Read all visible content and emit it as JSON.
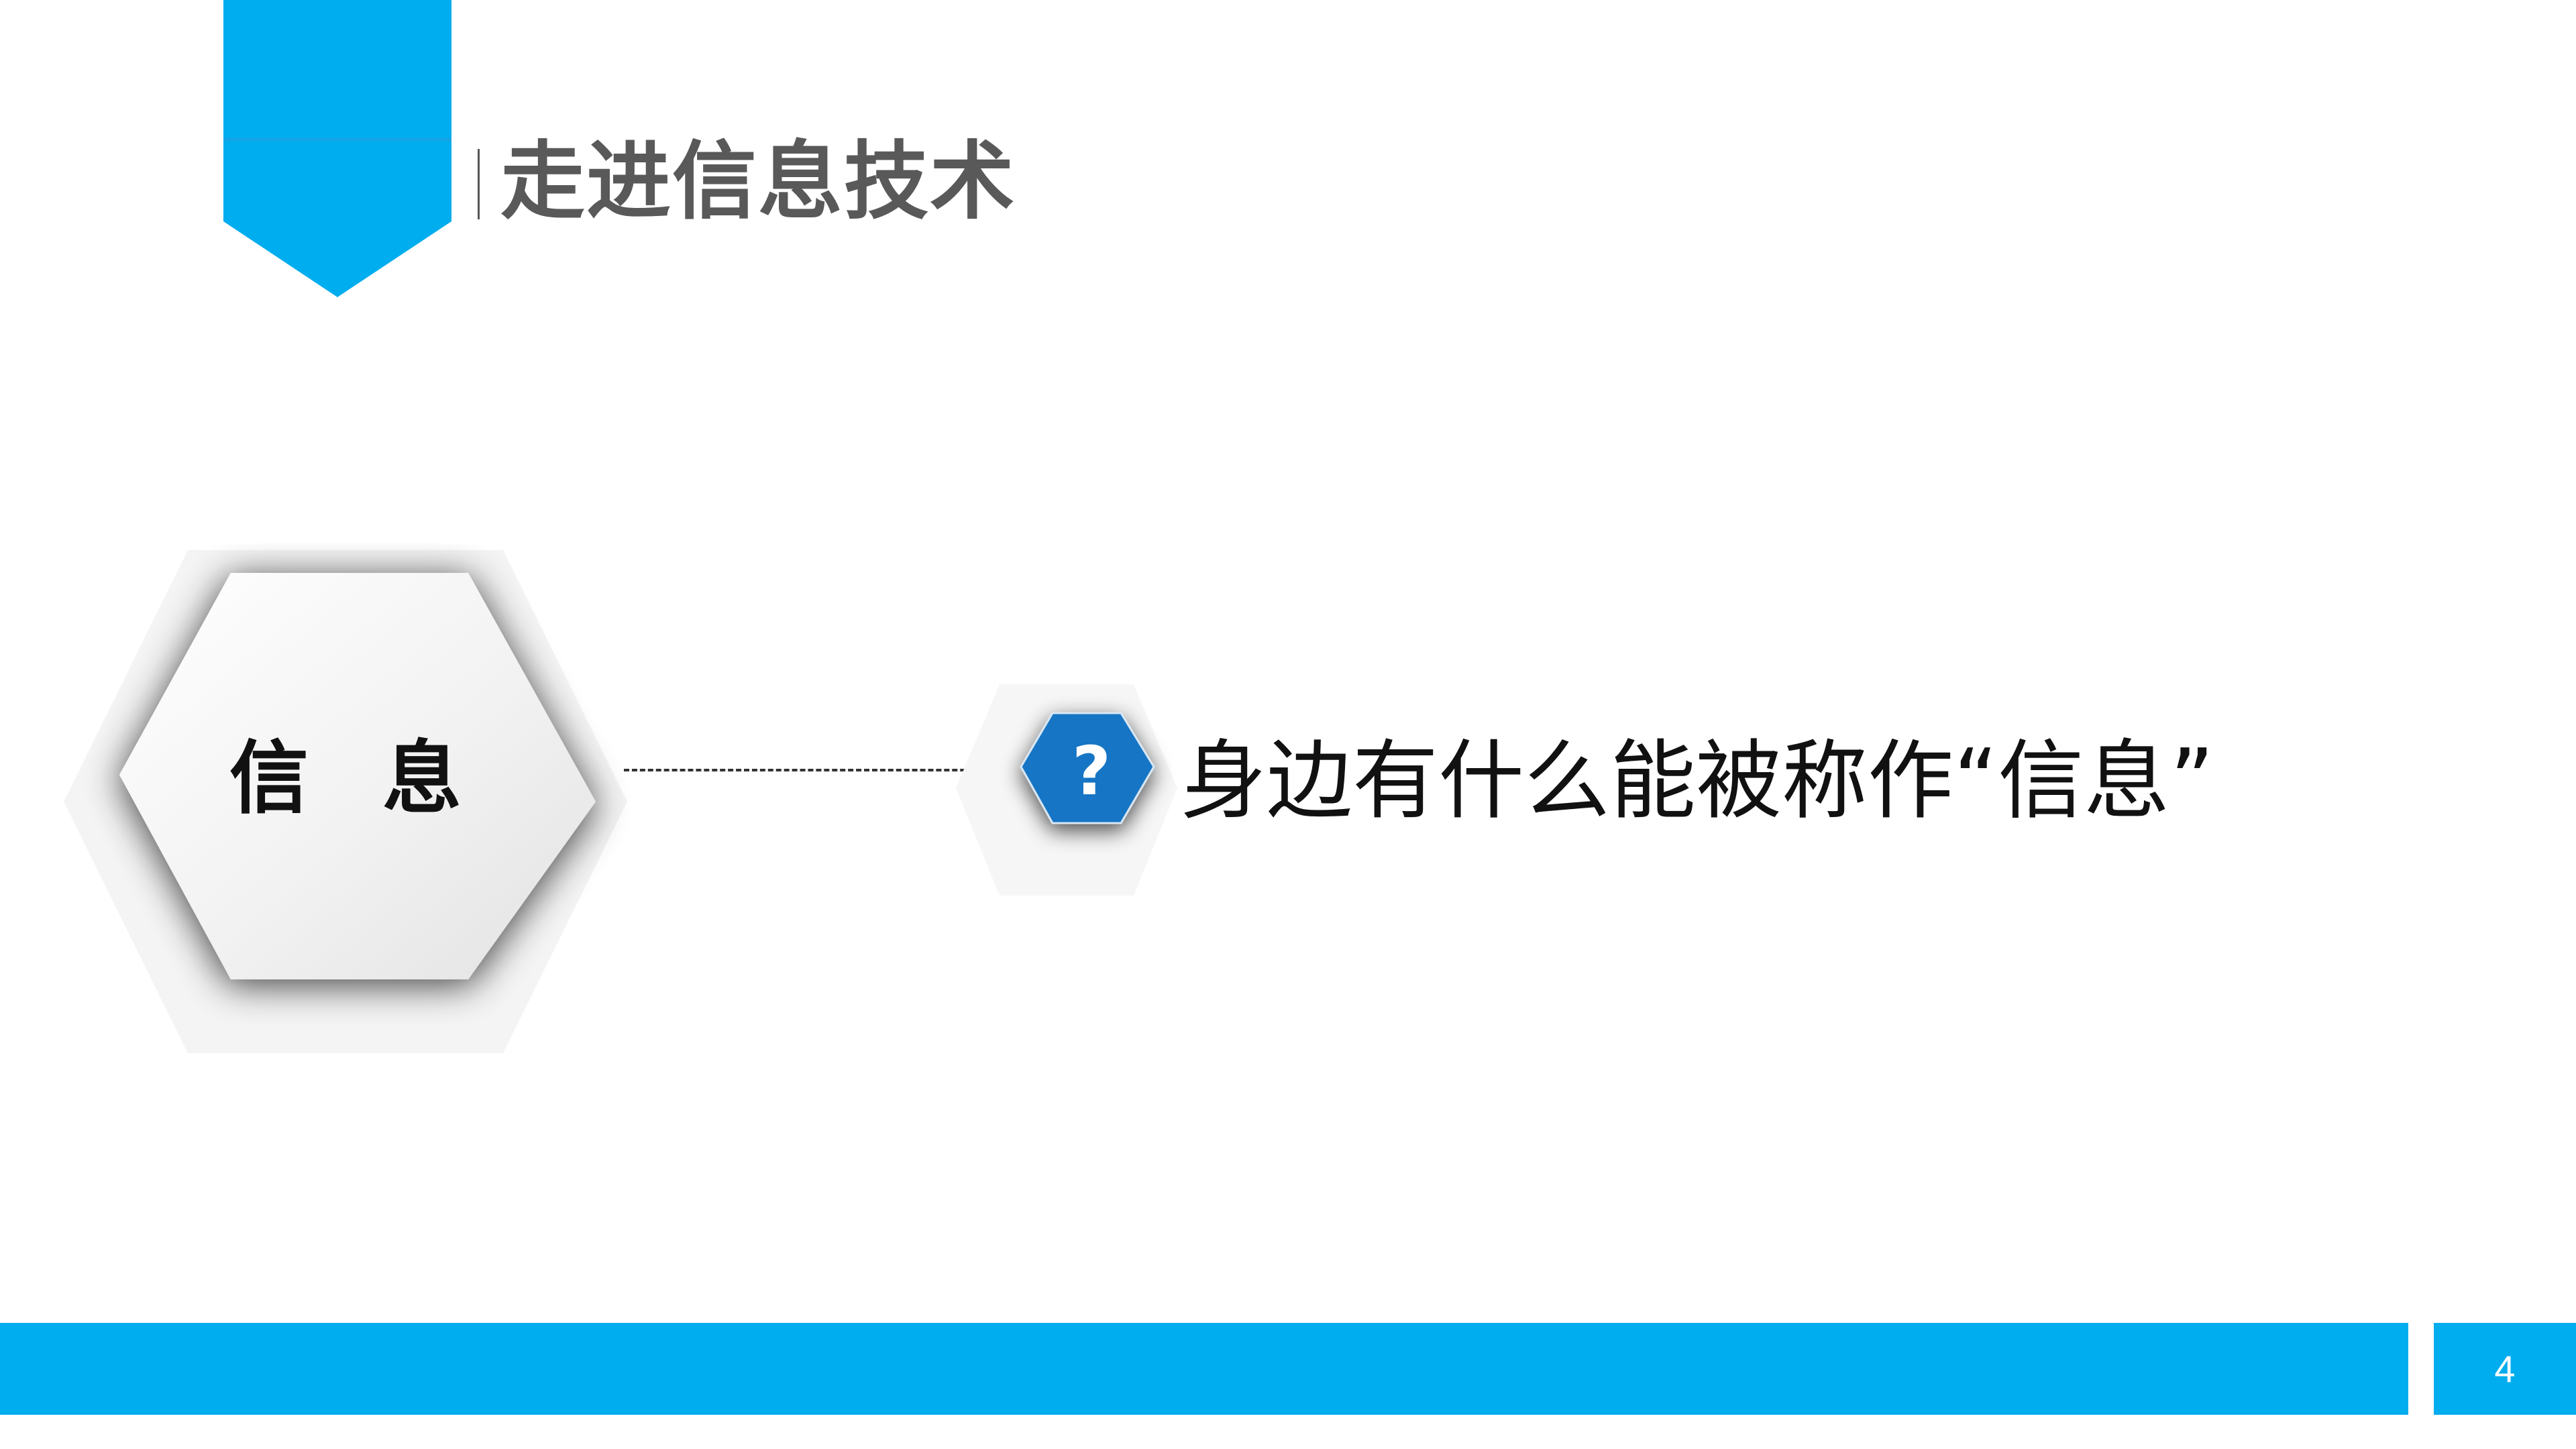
{
  "slide": {
    "title": "走进信息技术",
    "page_number": "4"
  },
  "main": {
    "hex_label": "信息",
    "question_icon": "question-mark-icon",
    "question_mark": "?",
    "question_text": "身边有什么能被称作“信息”"
  },
  "colors": {
    "accent_blue": "#00adee",
    "hex_blue": "#1274c4",
    "title_gray": "#595959"
  }
}
